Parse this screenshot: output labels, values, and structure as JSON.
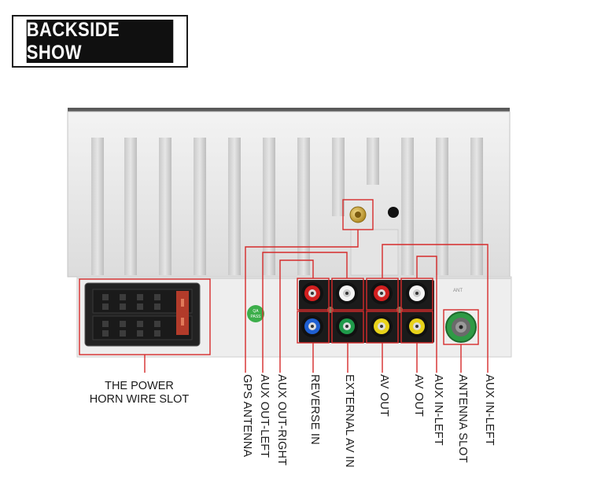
{
  "banner": {
    "title": "BACKSIDE SHOW"
  },
  "panel_marks": {
    "ant": "ANT",
    "qa_badge_line1": "QA",
    "qa_badge_line2": "PASS"
  },
  "labels": {
    "power_line1": "THE POWER",
    "power_line2": "HORN WIRE SLOT",
    "gps_antenna": "GPS ANTENNA",
    "aux_out_left": "AUX OUT-LEFT",
    "aux_out_right": "AUX OUT-RIGHT",
    "reverse_in": "REVERSE IN",
    "external_av_in": "EXTERNAL AV IN",
    "av_out_1": "AV  OUT",
    "av_out_2": "AV  OUT",
    "aux_in_left_1": "AUX IN-LEFT",
    "antenna_slot": "ANTENNA SLOT",
    "aux_in_left_2": "AUX IN-LEFT"
  },
  "colors": {
    "callout": "#d62b2b",
    "rca_red": "#d21f1f",
    "rca_white": "#f4f4f4",
    "rca_blue": "#1f5fd1",
    "rca_green": "#1f9a4a",
    "rca_yellow": "#e8d21a",
    "antenna_green": "#2f9a45",
    "gold": "#c9a43a"
  }
}
